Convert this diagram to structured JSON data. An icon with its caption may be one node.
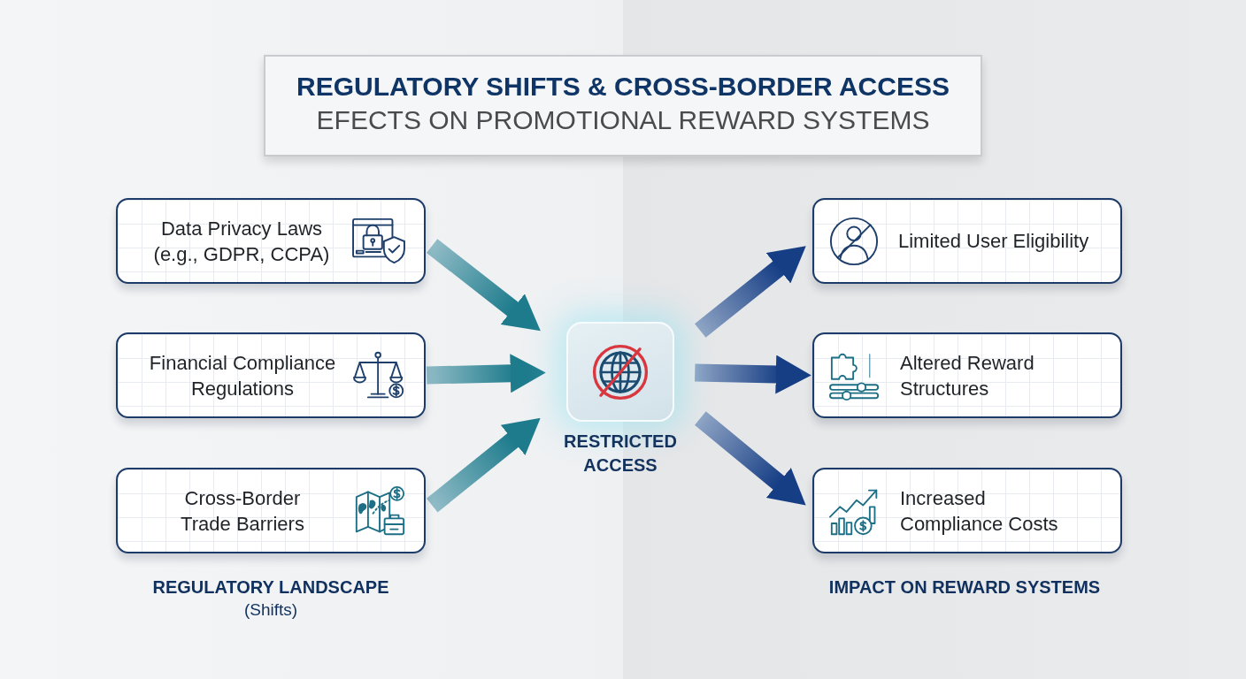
{
  "diagram": {
    "title": "REGULATORY SHIFTS & CROSS-BORDER ACCESS",
    "nodes": [
      {
        "text": [
          "Data Privacy Laws (e.g., GDPR, CCPA)"
        ]
      },
      {
        "text": [
          "Financial Compliance Regulations"
        ]
      },
      {
        "text": [
          "Cross-Border Trade Barriers"
        ]
      },
      {
        "text": [
          "RESTRICTED ACCESS"
        ]
      },
      {
        "text": [
          "Limited User Eligibility"
        ]
      },
      {
        "text": [
          "Altered Reward Structures"
        ]
      },
      {
        "text": [
          "Increased Compliance Costs"
        ]
      }
    ],
    "edges": [
      {
        "from": 0,
        "to": 3,
        "arrow": "to",
        "style": "thick",
        "color": "#1d7b8c"
      },
      {
        "from": 1,
        "to": 3,
        "arrow": "to",
        "style": "thick",
        "color": "#1d7b8c"
      },
      {
        "from": 2,
        "to": 3,
        "arrow": "to",
        "style": "thick",
        "color": "#1d7b8c"
      },
      {
        "from": 3,
        "to": 4,
        "arrow": "to",
        "style": "thick",
        "color": "#163e85"
      },
      {
        "from": 3,
        "to": 5,
        "arrow": "to",
        "style": "thick",
        "color": "#163e85"
      },
      {
        "from": 3,
        "to": 6,
        "arrow": "to",
        "style": "thick",
        "color": "#163e85"
      }
    ],
    "labels": [
      "EFECTS ON PROMOTIONAL REWARD SYSTEMS",
      "REGULATORY LANDSCAPE",
      "(Shifts)",
      "IMPACT ON REWARD SYSTEMS"
    ]
  }
}
